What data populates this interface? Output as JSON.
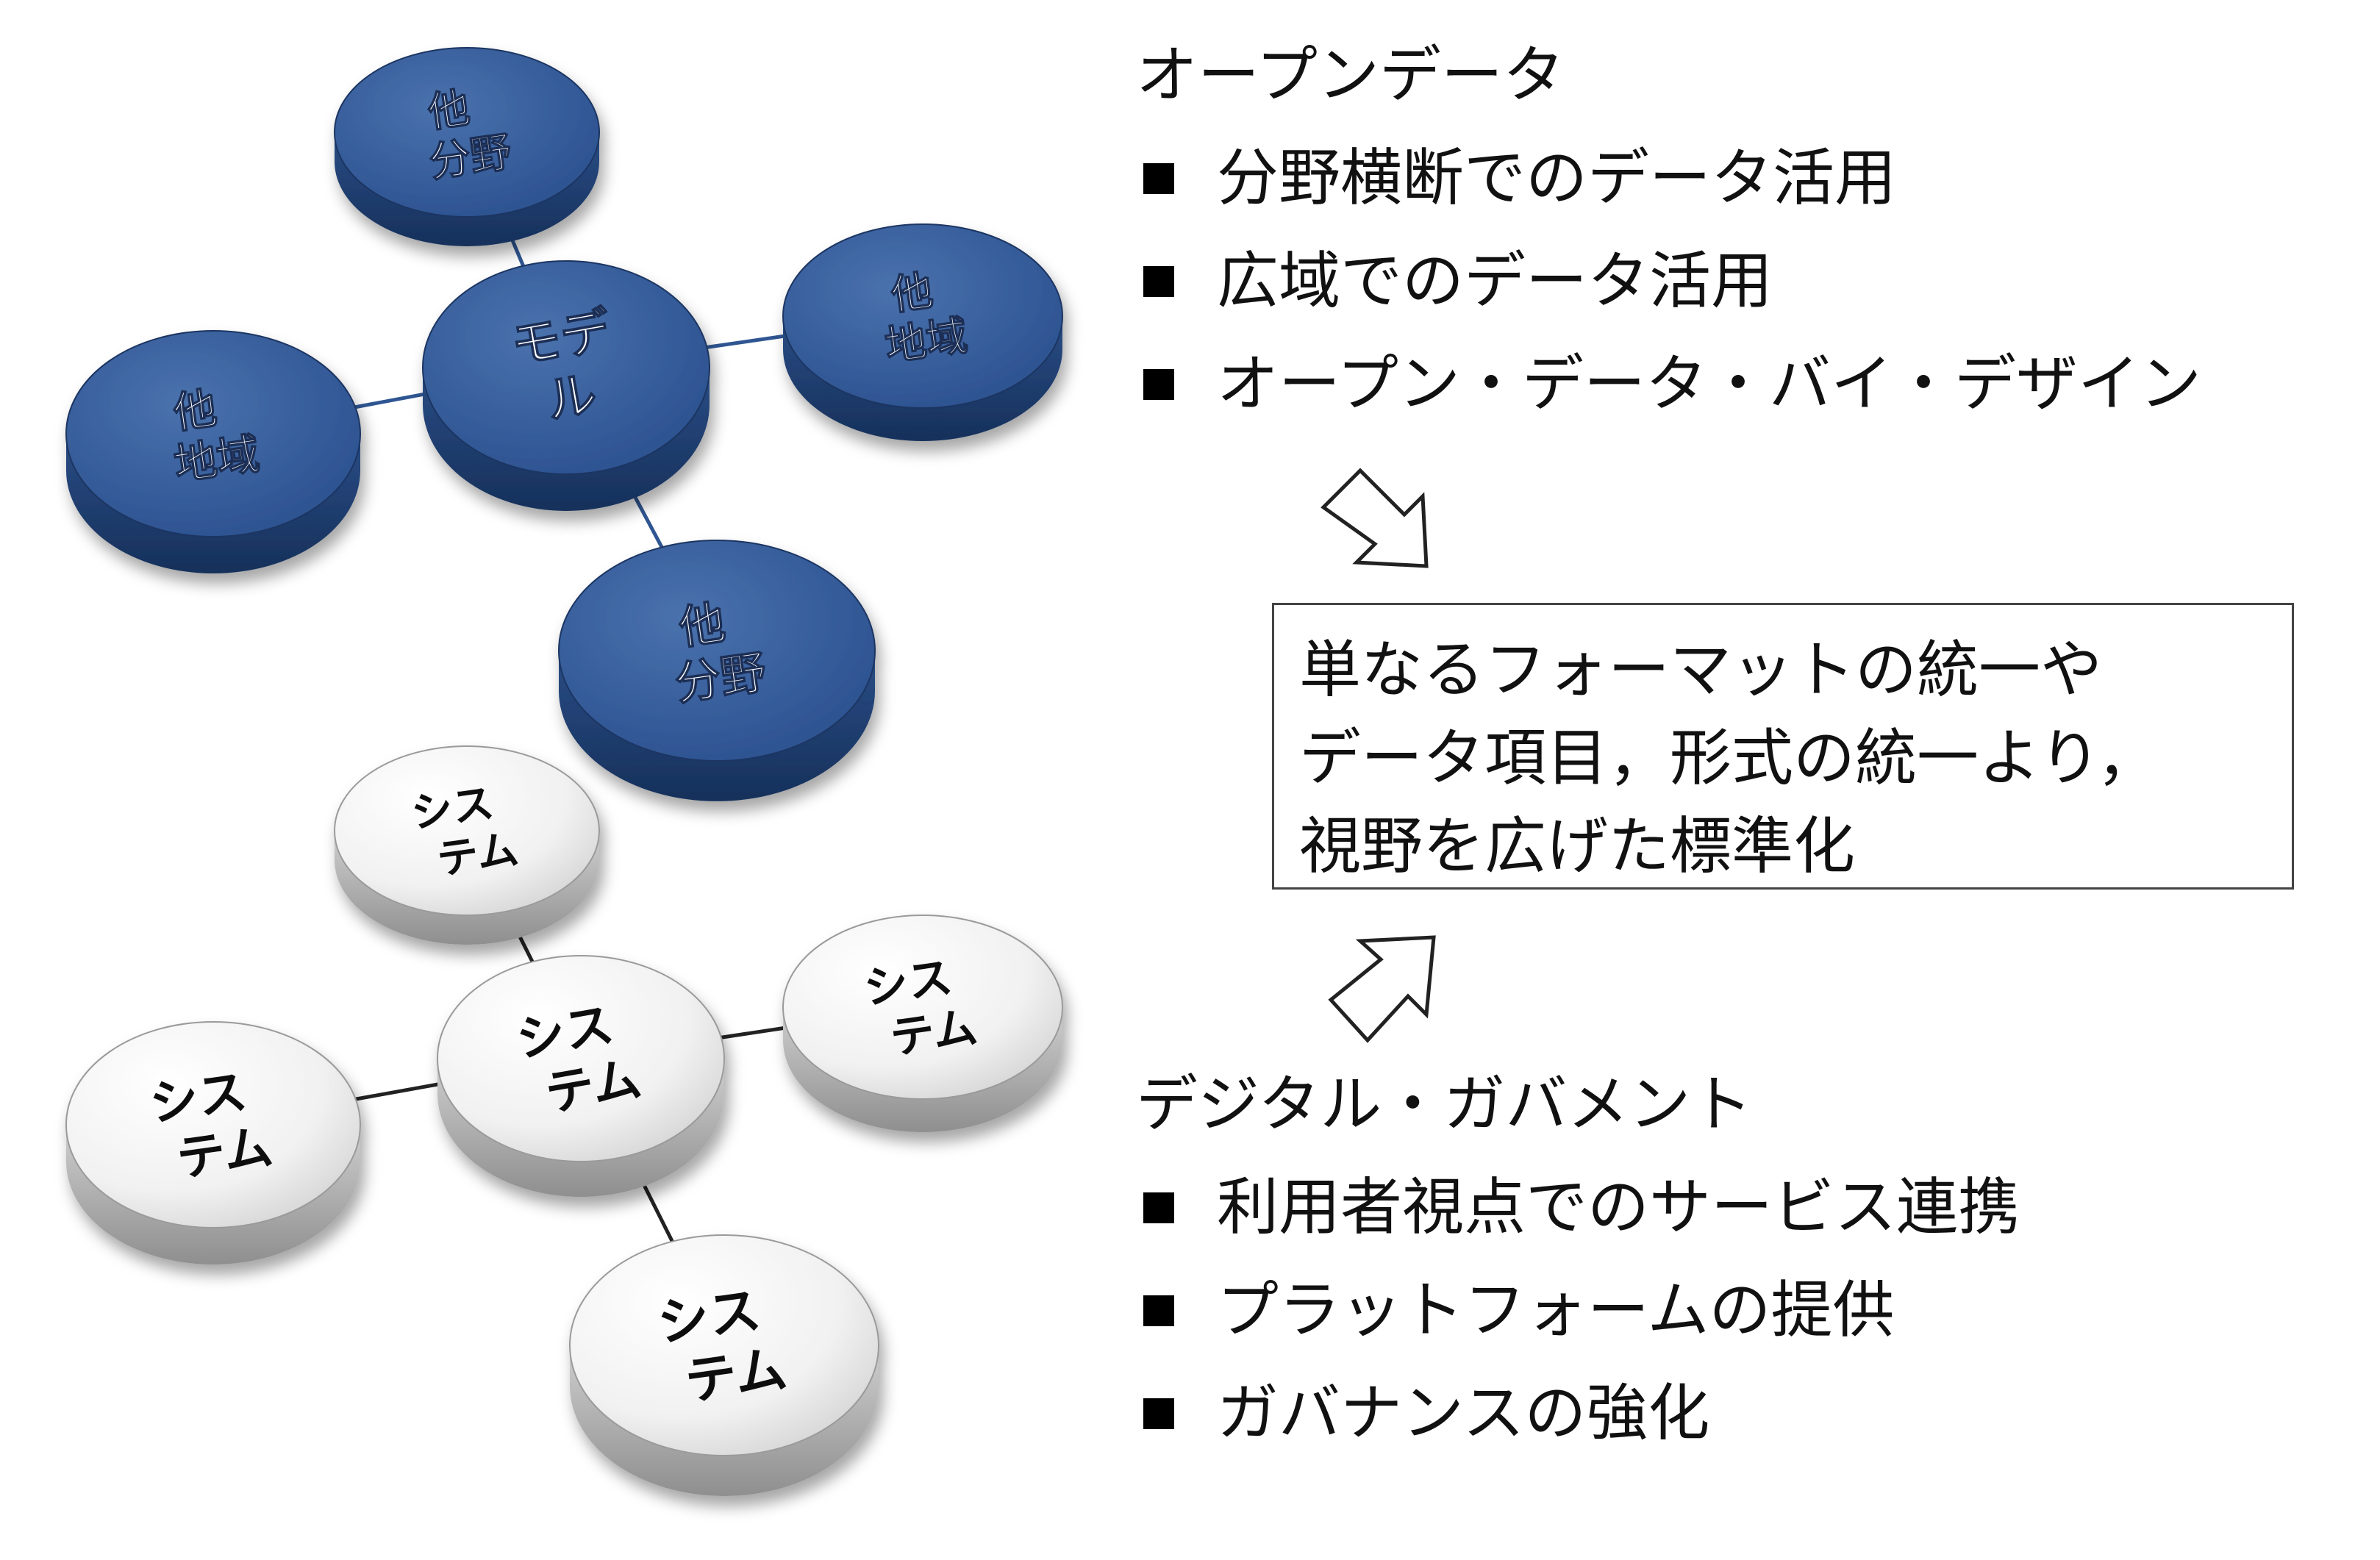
{
  "diagram": {
    "top_cluster": {
      "fill": "#2f5692",
      "edge": "#1b3562",
      "center_label": [
        "モデ",
        "ル"
      ],
      "satellite_labels": {
        "top": [
          "他",
          "分野"
        ],
        "left": [
          "他",
          "地域"
        ],
        "right": [
          "他",
          "地域"
        ],
        "bottom": [
          "他",
          "分野"
        ]
      }
    },
    "bottom_cluster": {
      "fill": "#f2f2f2",
      "edge": "#9a9a9a",
      "label": [
        "シス",
        "テム"
      ]
    }
  },
  "open_data": {
    "heading": "オープンデータ",
    "items": [
      "分野横断でのデータ活用",
      "広域でのデータ活用",
      "オープン・データ・バイ・デザイン"
    ]
  },
  "center_box": {
    "lines": [
      "単なるフォーマットの統一や",
      "データ項目，形式の統一より，",
      "視野を広げた標準化"
    ]
  },
  "digital_gov": {
    "heading": "デジタル・ガバメント",
    "items": [
      "利用者視点でのサービス連携",
      "プラットフォームの提供",
      "ガバナンスの強化"
    ]
  }
}
